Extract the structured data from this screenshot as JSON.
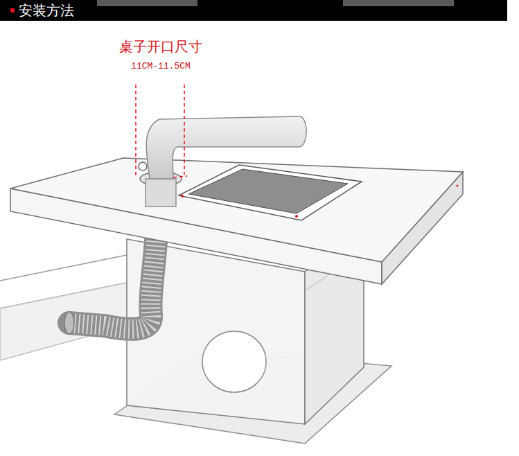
{
  "diagram": {
    "title": "安装方法",
    "labels": [
      "桌子开口尺寸",
      "11CM-11.5CM"
    ]
  }
}
